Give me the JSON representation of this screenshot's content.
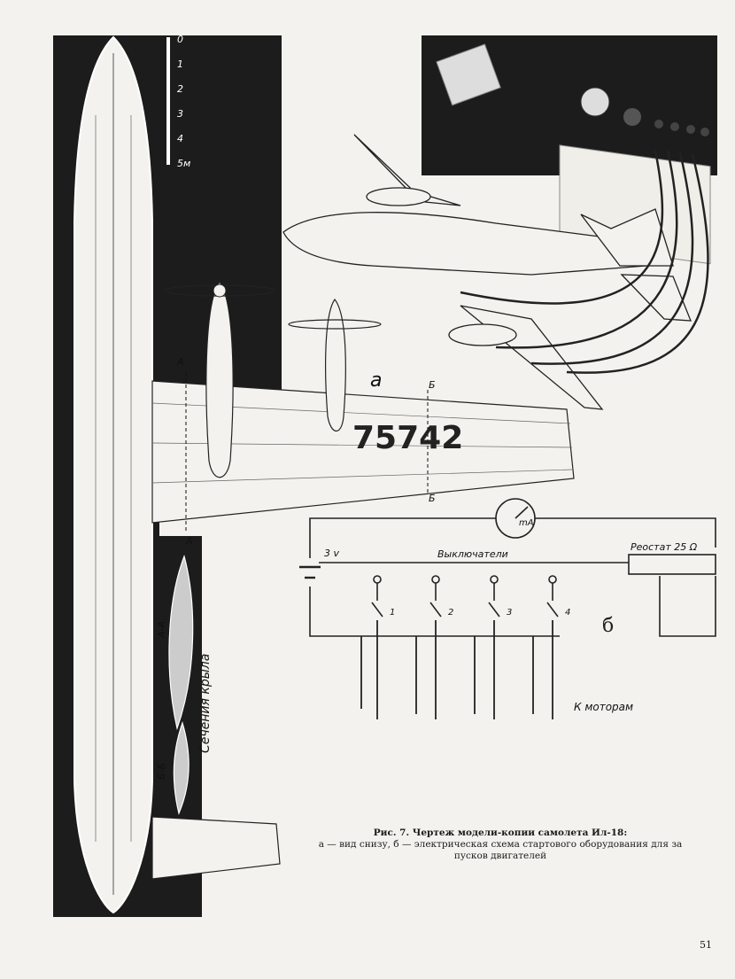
{
  "scale": {
    "ticks": [
      "0",
      "1",
      "2",
      "3",
      "4",
      "5м"
    ]
  },
  "labels": {
    "view_a": "а",
    "view_b": "б",
    "section_a_top": "А",
    "section_a_bottom": "А",
    "section_b_top": "Б",
    "section_b_bottom": "Б",
    "wing_number": "75742",
    "wing_sections": "Сечения крыла",
    "sec_aa": "А-А",
    "sec_bb": "Б-Б"
  },
  "circuit": {
    "battery": "3 v",
    "meter": "mA",
    "switches_label": "Выключатели",
    "rheostat": "Реостат 25 Ω",
    "switch_numbers": [
      "1",
      "2",
      "3",
      "4"
    ],
    "to_motors": "К моторам"
  },
  "caption": {
    "title": "Рис. 7. Чертеж модели-копии самолета Ил-18:",
    "line2": "а — вид снизу,  б — электрическая схема стартового оборудования для за",
    "line3": "пусков двигателей"
  },
  "page_number": "51"
}
